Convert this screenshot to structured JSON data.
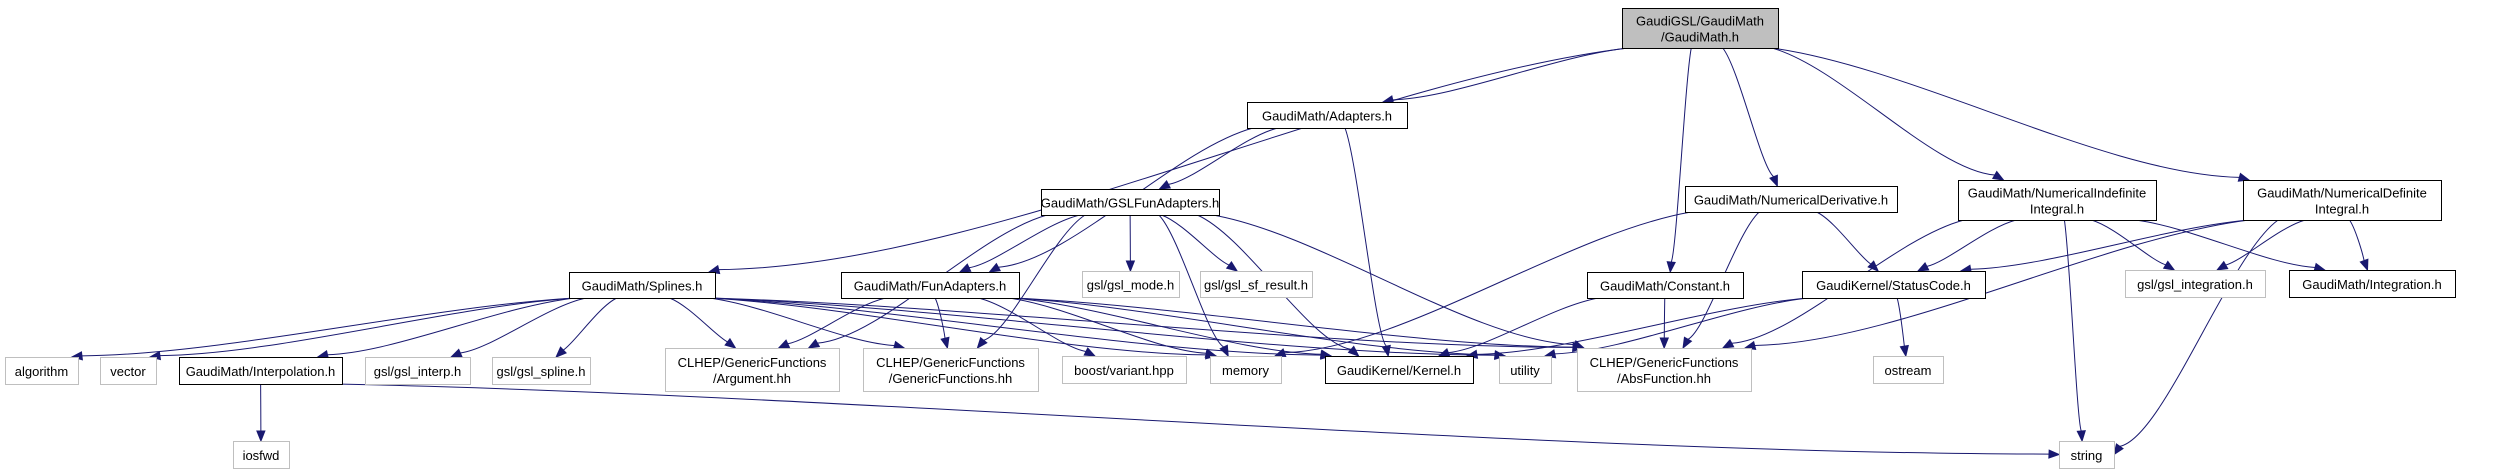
{
  "diagram": {
    "type": "include-dependency-graph",
    "colors": {
      "edge": "#191970",
      "root_fill": "#bfbfbf",
      "internal_border": "#000000",
      "external_border": "#bfbfbf"
    },
    "nodes": [
      {
        "id": "root",
        "kind": "root",
        "lines": [
          "GaudiGSL/GaudiMath",
          "/GaudiMath.h"
        ]
      },
      {
        "id": "adapters",
        "kind": "internal",
        "lines": [
          "GaudiMath/Adapters.h"
        ]
      },
      {
        "id": "gslfunadapters",
        "kind": "internal",
        "lines": [
          "GaudiMath/GSLFunAdapters.h"
        ]
      },
      {
        "id": "numderiv",
        "kind": "internal",
        "lines": [
          "GaudiMath/NumericalDerivative.h"
        ]
      },
      {
        "id": "numindef",
        "kind": "internal",
        "lines": [
          "GaudiMath/NumericalIndefinite",
          "Integral.h"
        ]
      },
      {
        "id": "numdef",
        "kind": "internal",
        "lines": [
          "GaudiMath/NumericalDefinite",
          "Integral.h"
        ]
      },
      {
        "id": "splines",
        "kind": "internal",
        "lines": [
          "GaudiMath/Splines.h"
        ]
      },
      {
        "id": "funadapters",
        "kind": "internal",
        "lines": [
          "GaudiMath/FunAdapters.h"
        ]
      },
      {
        "id": "gslmode",
        "kind": "external",
        "lines": [
          "gsl/gsl_mode.h"
        ]
      },
      {
        "id": "gslsfresult",
        "kind": "external",
        "lines": [
          "gsl/gsl_sf_result.h"
        ]
      },
      {
        "id": "constant",
        "kind": "internal",
        "lines": [
          "GaudiMath/Constant.h"
        ]
      },
      {
        "id": "statuscode",
        "kind": "internal",
        "lines": [
          "GaudiKernel/StatusCode.h"
        ]
      },
      {
        "id": "gslintegration",
        "kind": "external",
        "lines": [
          "gsl/gsl_integration.h"
        ]
      },
      {
        "id": "integration",
        "kind": "internal",
        "lines": [
          "GaudiMath/Integration.h"
        ]
      },
      {
        "id": "algorithm",
        "kind": "external",
        "lines": [
          "algorithm"
        ]
      },
      {
        "id": "vector",
        "kind": "external",
        "lines": [
          "vector"
        ]
      },
      {
        "id": "interpolation",
        "kind": "internal",
        "lines": [
          "GaudiMath/Interpolation.h"
        ]
      },
      {
        "id": "gslinterp",
        "kind": "external",
        "lines": [
          "gsl/gsl_interp.h"
        ]
      },
      {
        "id": "gslspline",
        "kind": "external",
        "lines": [
          "gsl/gsl_spline.h"
        ]
      },
      {
        "id": "argument",
        "kind": "external",
        "lines": [
          "CLHEP/GenericFunctions",
          "/Argument.hh"
        ]
      },
      {
        "id": "genericfunctions",
        "kind": "external",
        "lines": [
          "CLHEP/GenericFunctions",
          "/GenericFunctions.hh"
        ]
      },
      {
        "id": "boostvariant",
        "kind": "external",
        "lines": [
          "boost/variant.hpp"
        ]
      },
      {
        "id": "memory",
        "kind": "external",
        "lines": [
          "memory"
        ]
      },
      {
        "id": "kernel",
        "kind": "internal",
        "lines": [
          "GaudiKernel/Kernel.h"
        ]
      },
      {
        "id": "utility",
        "kind": "external",
        "lines": [
          "utility"
        ]
      },
      {
        "id": "absfunction",
        "kind": "external",
        "lines": [
          "CLHEP/GenericFunctions",
          "/AbsFunction.hh"
        ]
      },
      {
        "id": "ostream",
        "kind": "external",
        "lines": [
          "ostream"
        ]
      },
      {
        "id": "iosfwd",
        "kind": "external",
        "lines": [
          "iosfwd"
        ]
      },
      {
        "id": "string",
        "kind": "external",
        "lines": [
          "string"
        ]
      }
    ],
    "edges": [
      [
        "root",
        "adapters"
      ],
      [
        "root",
        "splines"
      ],
      [
        "root",
        "constant"
      ],
      [
        "root",
        "numderiv"
      ],
      [
        "root",
        "numindef"
      ],
      [
        "root",
        "numdef"
      ],
      [
        "adapters",
        "gslfunadapters"
      ],
      [
        "adapters",
        "funadapters"
      ],
      [
        "adapters",
        "kernel"
      ],
      [
        "gslfunadapters",
        "funadapters"
      ],
      [
        "gslfunadapters",
        "gslmode"
      ],
      [
        "gslfunadapters",
        "gslsfresult"
      ],
      [
        "gslfunadapters",
        "argument"
      ],
      [
        "gslfunadapters",
        "genericfunctions"
      ],
      [
        "gslfunadapters",
        "memory"
      ],
      [
        "gslfunadapters",
        "kernel"
      ],
      [
        "gslfunadapters",
        "absfunction"
      ],
      [
        "funadapters",
        "argument"
      ],
      [
        "funadapters",
        "genericfunctions"
      ],
      [
        "funadapters",
        "boostvariant"
      ],
      [
        "funadapters",
        "memory"
      ],
      [
        "funadapters",
        "kernel"
      ],
      [
        "funadapters",
        "utility"
      ],
      [
        "funadapters",
        "absfunction"
      ],
      [
        "splines",
        "algorithm"
      ],
      [
        "splines",
        "vector"
      ],
      [
        "splines",
        "interpolation"
      ],
      [
        "splines",
        "gslinterp"
      ],
      [
        "splines",
        "gslspline"
      ],
      [
        "splines",
        "argument"
      ],
      [
        "splines",
        "genericfunctions"
      ],
      [
        "splines",
        "memory"
      ],
      [
        "splines",
        "kernel"
      ],
      [
        "splines",
        "utility"
      ],
      [
        "splines",
        "absfunction"
      ],
      [
        "interpolation",
        "iosfwd"
      ],
      [
        "interpolation",
        "string"
      ],
      [
        "numderiv",
        "statuscode"
      ],
      [
        "numderiv",
        "memory"
      ],
      [
        "numderiv",
        "absfunction"
      ],
      [
        "constant",
        "kernel"
      ],
      [
        "constant",
        "absfunction"
      ],
      [
        "statuscode",
        "kernel"
      ],
      [
        "statuscode",
        "utility"
      ],
      [
        "statuscode",
        "ostream"
      ],
      [
        "numindef",
        "statuscode"
      ],
      [
        "numindef",
        "gslintegration"
      ],
      [
        "numindef",
        "integration"
      ],
      [
        "numindef",
        "absfunction"
      ],
      [
        "numindef",
        "string"
      ],
      [
        "numdef",
        "statuscode"
      ],
      [
        "numdef",
        "gslintegration"
      ],
      [
        "numdef",
        "integration"
      ],
      [
        "numdef",
        "absfunction"
      ],
      [
        "numdef",
        "string"
      ]
    ]
  }
}
